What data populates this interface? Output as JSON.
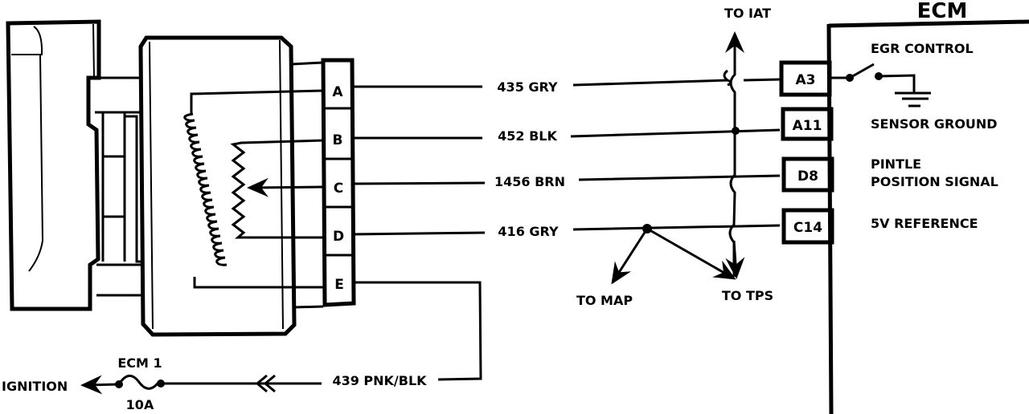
{
  "ecm": {
    "title": "ECM",
    "pins": [
      {
        "id": "A3",
        "label": [
          "EGR CONTROL"
        ]
      },
      {
        "id": "A11",
        "label": [
          "SENSOR GROUND"
        ]
      },
      {
        "id": "D8",
        "label": [
          "PINTLE",
          "POSITION SIGNAL"
        ]
      },
      {
        "id": "C14",
        "label": [
          "5V REFERENCE"
        ]
      }
    ]
  },
  "egr_valve": {
    "terminals": [
      "A",
      "B",
      "C",
      "D",
      "E"
    ]
  },
  "wires": [
    {
      "terminal": "A",
      "circuit": "435 GRY",
      "ecm_pin": "A3"
    },
    {
      "terminal": "B",
      "circuit": "452 BLK",
      "ecm_pin": "A11"
    },
    {
      "terminal": "C",
      "circuit": "1456 BRN",
      "ecm_pin": "D8"
    },
    {
      "terminal": "D",
      "circuit": "416 GRY",
      "ecm_pin": "C14"
    },
    {
      "terminal": "E",
      "circuit": "439 PNK/BLK"
    }
  ],
  "branches": {
    "to_iat": "TO IAT",
    "to_map": "TO MAP",
    "to_tps": "TO TPS"
  },
  "fuse": {
    "name": "ECM 1",
    "rating": "10A"
  },
  "ignition": "IGNITION"
}
